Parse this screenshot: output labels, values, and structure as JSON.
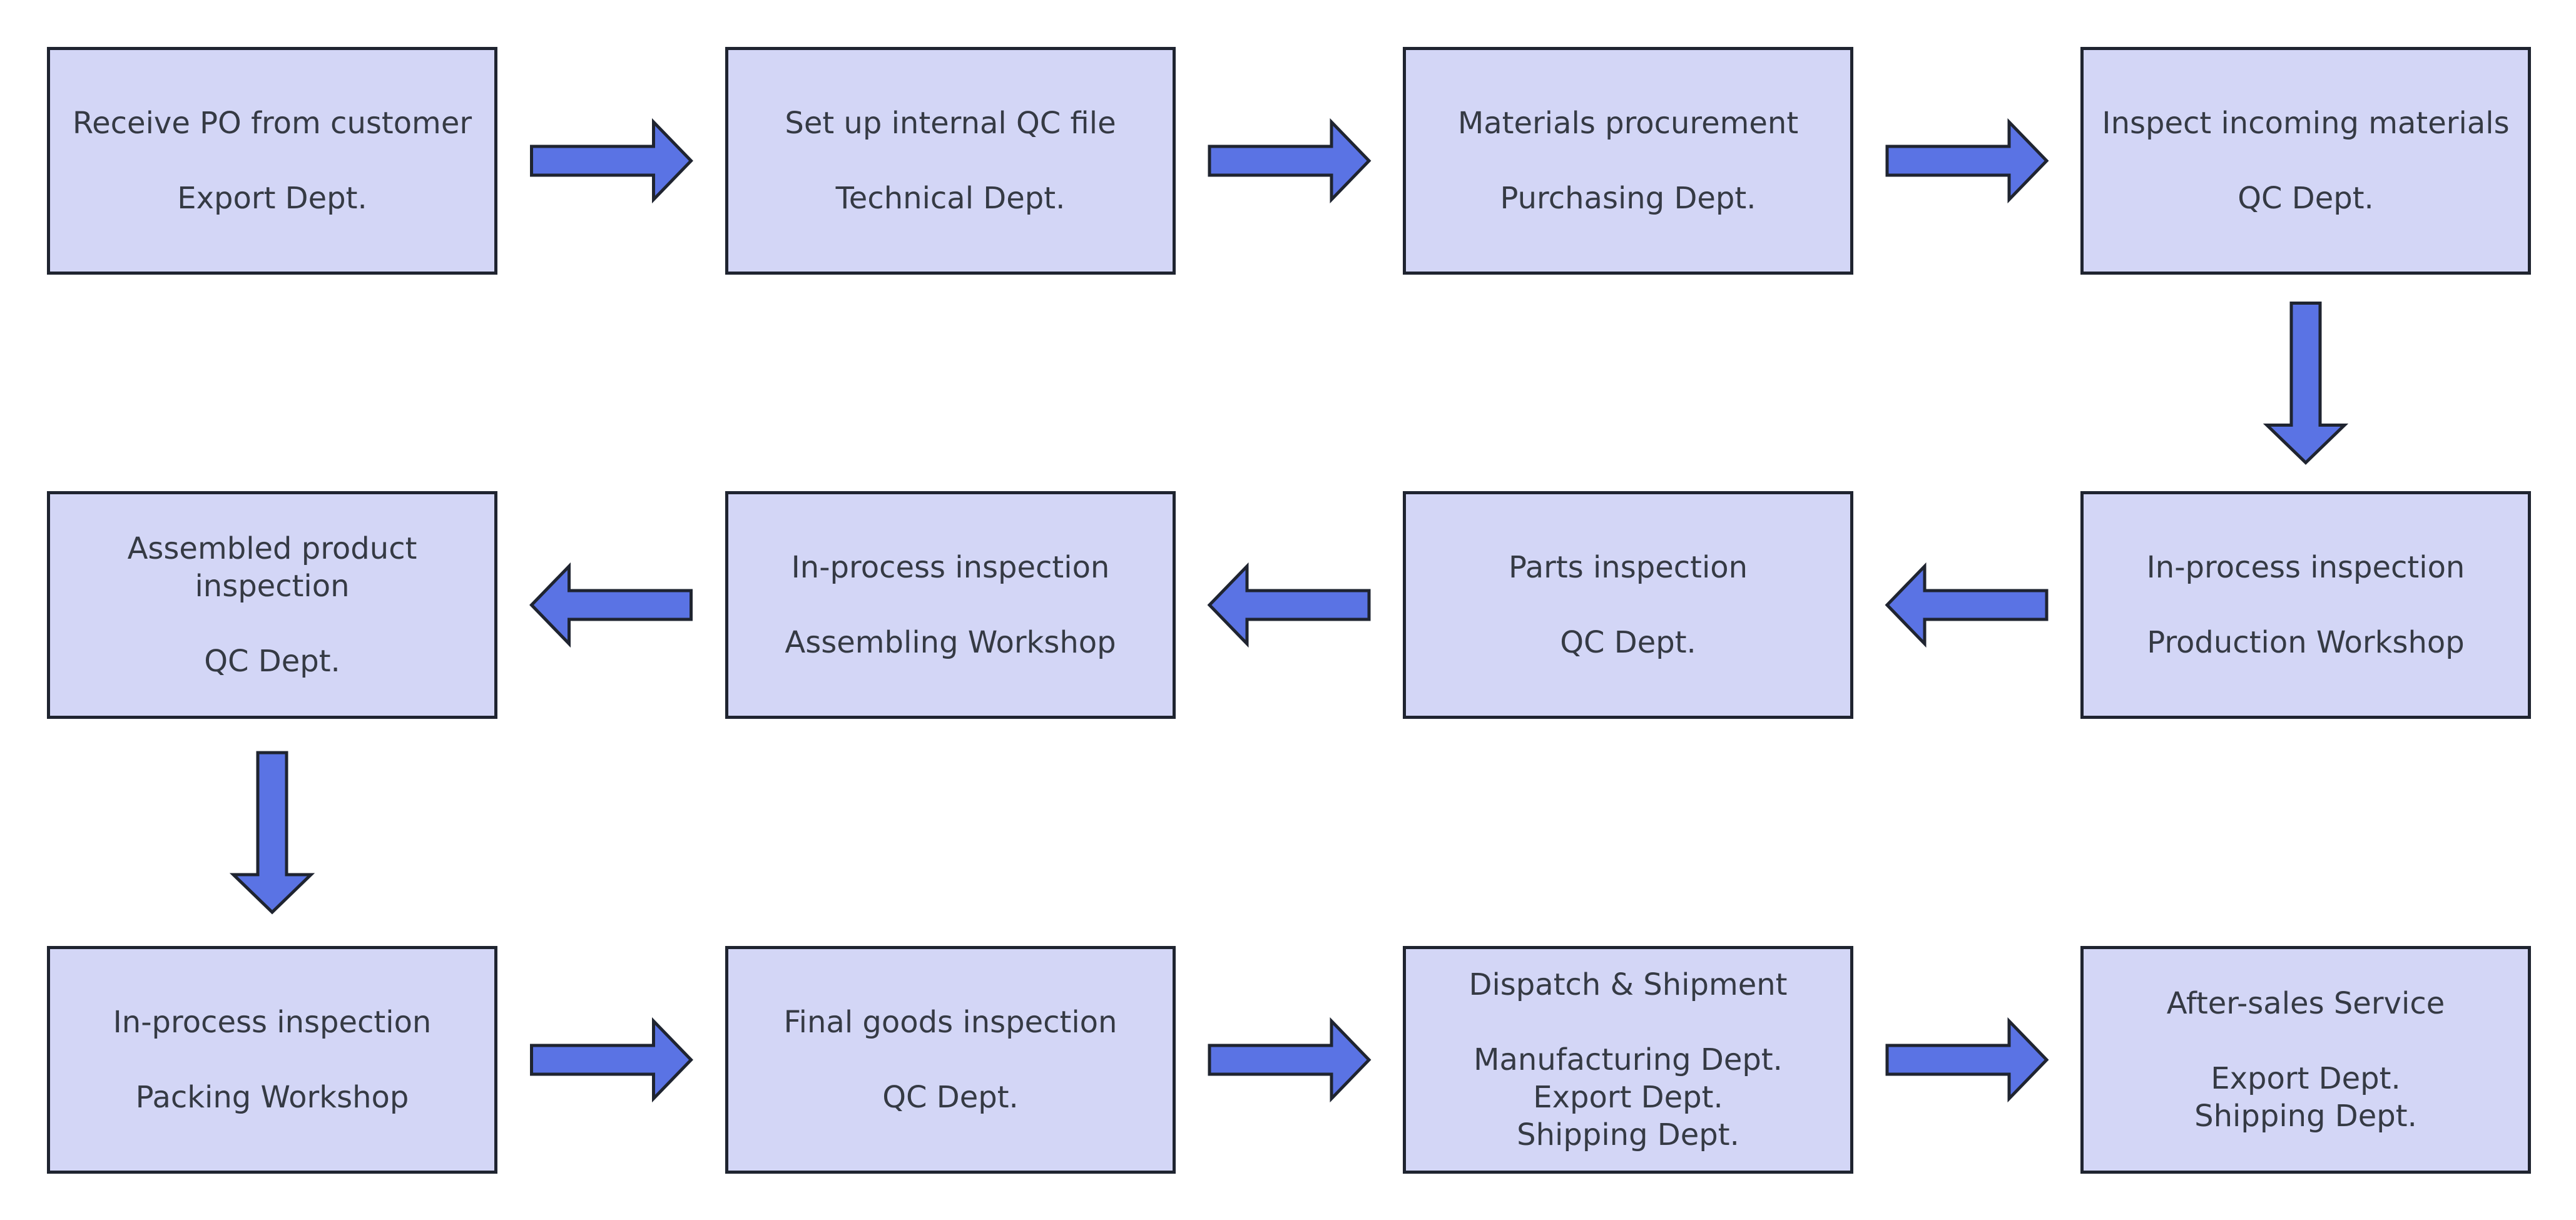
{
  "colors": {
    "box_fill": "#d3d6f6",
    "box_border": "#1f2430",
    "arrow_fill": "#5a73e4",
    "text": "#353a44"
  },
  "steps": [
    {
      "title": [
        "Receive PO from customer"
      ],
      "dept": [
        "Export Dept."
      ]
    },
    {
      "title": [
        "Set up internal QC file"
      ],
      "dept": [
        "Technical Dept."
      ]
    },
    {
      "title": [
        "Materials procurement"
      ],
      "dept": [
        "Purchasing Dept."
      ]
    },
    {
      "title": [
        "Inspect incoming materials"
      ],
      "dept": [
        "QC Dept."
      ]
    },
    {
      "title": [
        "In-process inspection"
      ],
      "dept": [
        "Production Workshop"
      ]
    },
    {
      "title": [
        "Parts inspection"
      ],
      "dept": [
        "QC Dept."
      ]
    },
    {
      "title": [
        "In-process inspection"
      ],
      "dept": [
        "Assembling Workshop"
      ]
    },
    {
      "title": [
        "Assembled product",
        "inspection"
      ],
      "dept": [
        "QC Dept."
      ]
    },
    {
      "title": [
        "In-process inspection"
      ],
      "dept": [
        "Packing Workshop"
      ]
    },
    {
      "title": [
        "Final goods inspection"
      ],
      "dept": [
        "QC Dept."
      ]
    },
    {
      "title": [
        "Dispatch & Shipment"
      ],
      "dept": [
        "Manufacturing Dept.",
        "Export Dept.",
        "Shipping Dept."
      ]
    },
    {
      "title": [
        "After-sales Service"
      ],
      "dept": [
        "Export Dept.",
        "Shipping Dept."
      ]
    }
  ],
  "arrows": [
    {
      "from": 0,
      "to": 1,
      "direction": "right"
    },
    {
      "from": 1,
      "to": 2,
      "direction": "right"
    },
    {
      "from": 2,
      "to": 3,
      "direction": "right"
    },
    {
      "from": 3,
      "to": 4,
      "direction": "down"
    },
    {
      "from": 4,
      "to": 5,
      "direction": "left"
    },
    {
      "from": 5,
      "to": 6,
      "direction": "left"
    },
    {
      "from": 6,
      "to": 7,
      "direction": "left"
    },
    {
      "from": 7,
      "to": 8,
      "direction": "down"
    },
    {
      "from": 8,
      "to": 9,
      "direction": "right"
    },
    {
      "from": 9,
      "to": 10,
      "direction": "right"
    },
    {
      "from": 10,
      "to": 11,
      "direction": "right"
    }
  ]
}
